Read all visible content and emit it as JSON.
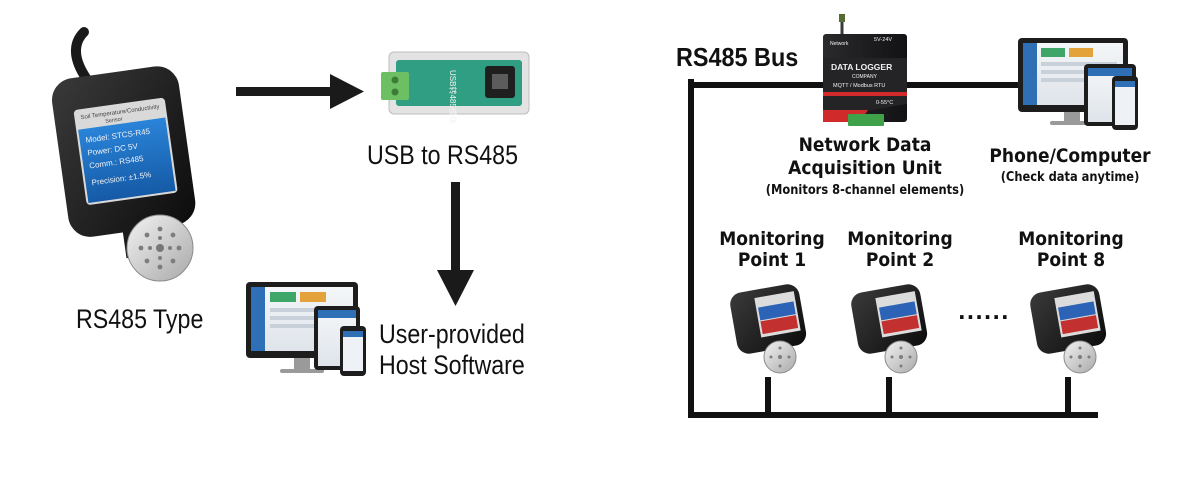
{
  "left_panel": {
    "sensor_label": "RS485 Type",
    "sensor_screen": {
      "title_line1": "Soil Temperature/Conductivity",
      "title_line2": "Sensor",
      "model": "Model: STCS-R45",
      "power": "Power: DC 5V",
      "comm": "Comm.: RS485",
      "precision": "Precision: ±1.5%"
    },
    "converter_label": "USB to RS485",
    "converter_text": "USB转485模块",
    "software_label_line1": "User-provided",
    "software_label_line2": "Host Software"
  },
  "right_panel": {
    "bus_label": "RS485 Bus",
    "logger_title": "DATA LOGGER",
    "logger_brand": "COMPANY",
    "logger_voltage": "5V-24V",
    "logger_protocol": "MQTT / Modbus RTU",
    "logger_temp": "0-55°C",
    "logger_brand_small": "Network",
    "unit_label_line1": "Network Data",
    "unit_label_line2": "Acquisition Unit",
    "unit_sublabel": "(Monitors 8-channel elements)",
    "device_label": "Phone/Computer",
    "device_sublabel": "(Check data anytime)",
    "points": [
      {
        "line1": "Monitoring",
        "line2": "Point 1"
      },
      {
        "line1": "Monitoring",
        "line2": "Point 2"
      },
      {
        "line1": "Monitoring",
        "line2": "Point 8"
      }
    ],
    "ellipsis": "......"
  },
  "colors": {
    "sensor_body": "#1c1c1c",
    "sensor_screen": "#1f6fc4",
    "converter_green": "#2f9e83",
    "logger_body": "#1d1d1f",
    "logger_accent": "#d02a2a",
    "bus_line": "#111111",
    "arrow": "#1a1a1a"
  }
}
